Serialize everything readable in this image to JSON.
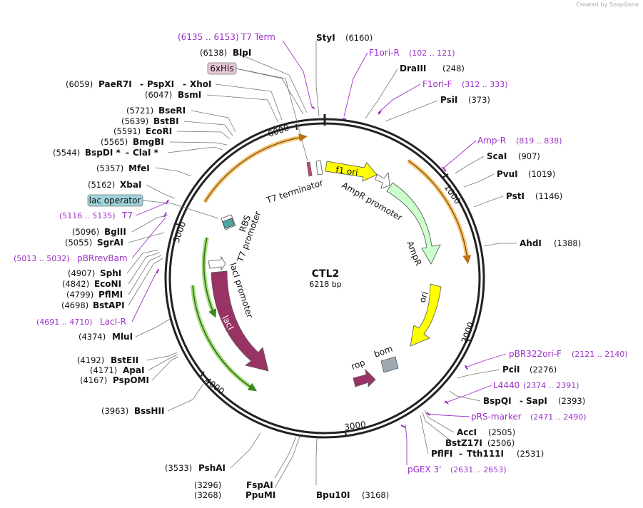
{
  "watermark": "Created by SnapGene",
  "plasmid": {
    "name": "CTL2",
    "length_label": "6218 bp",
    "length": 6218
  },
  "ticks": [
    "1000",
    "2000",
    "3000",
    "4000",
    "5000",
    "6000"
  ],
  "sites": [
    {
      "name": "StyI",
      "pos": "(6160)"
    },
    {
      "name": "DraIII",
      "pos": "(248)"
    },
    {
      "name": "PsiI",
      "pos": "(373)"
    },
    {
      "name": "ScaI",
      "pos": "(907)"
    },
    {
      "name": "PvuI",
      "pos": "(1019)"
    },
    {
      "name": "PstI",
      "pos": "(1146)"
    },
    {
      "name": "AhdI",
      "pos": "(1388)"
    },
    {
      "name": "PciI",
      "pos": "(2276)"
    },
    {
      "name": "BspQI",
      "name2": "SapI",
      "pos": "(2393)"
    },
    {
      "name": "AccI",
      "pos": "(2505)"
    },
    {
      "name": "BstZ17I",
      "pos": "(2506)"
    },
    {
      "name": "PflFI",
      "name2": "Tth111I",
      "pos": "(2531)"
    },
    {
      "name": "Bpu10I",
      "pos": "(3168)"
    },
    {
      "name": "PpuMI",
      "pos": "(3268)"
    },
    {
      "name": "FspAI",
      "pos": "(3296)"
    },
    {
      "name": "PshAI",
      "pos": "(3533)"
    },
    {
      "name": "BssHII",
      "pos": "(3963)"
    },
    {
      "name": "PspOMI",
      "pos": "(4167)"
    },
    {
      "name": "ApaI",
      "pos": "(4171)"
    },
    {
      "name": "BstEII",
      "pos": "(4192)"
    },
    {
      "name": "MluI",
      "pos": "(4374)"
    },
    {
      "name": "BstAPI",
      "pos": "(4698)"
    },
    {
      "name": "PflMI",
      "pos": "(4799)"
    },
    {
      "name": "EcoNI",
      "pos": "(4842)"
    },
    {
      "name": "SphI",
      "pos": "(4907)"
    },
    {
      "name": "SgrAI",
      "pos": "(5055)"
    },
    {
      "name": "BglII",
      "pos": "(5096)"
    },
    {
      "name": "XbaI",
      "pos": "(5162)"
    },
    {
      "name": "MfeI",
      "pos": "(5357)"
    },
    {
      "name": "BspDI *",
      "name2": "ClaI *",
      "pos": "(5544)"
    },
    {
      "name": "BmgBI",
      "pos": "(5565)"
    },
    {
      "name": "EcoRI",
      "pos": "(5591)"
    },
    {
      "name": "BstBI",
      "pos": "(5639)"
    },
    {
      "name": "BseRI",
      "pos": "(5721)"
    },
    {
      "name": "BsmI",
      "pos": "(6047)"
    },
    {
      "name": "PaeR7I",
      "name2": "PspXI",
      "name3": "XhoI",
      "pos": "(6059)"
    },
    {
      "name": "BlpI",
      "pos": "(6138)"
    }
  ],
  "primers": [
    {
      "name": "T7 Term",
      "range": "(6135 .. 6153)"
    },
    {
      "name": "F1ori-R",
      "range": "(102 .. 121)"
    },
    {
      "name": "F1ori-F",
      "range": "(312 .. 333)"
    },
    {
      "name": "Amp-R",
      "range": "(819 .. 838)"
    },
    {
      "name": "pBR322ori-F",
      "range": "(2121 .. 2140)"
    },
    {
      "name": "L4440",
      "range": "(2374 .. 2391)"
    },
    {
      "name": "pRS-marker",
      "range": "(2471 .. 2490)"
    },
    {
      "name": "pGEX 3'",
      "range": "(2631 .. 2653)"
    },
    {
      "name": "LacI-R",
      "range": "(4691 .. 4710)"
    },
    {
      "name": "pBRrevBam",
      "range": "(5013 .. 5032)"
    },
    {
      "name": "T7",
      "range": "(5116 .. 5135)"
    }
  ],
  "boxed_features": [
    {
      "name": "6xHis",
      "color": "#e8c8d8"
    },
    {
      "name": "lac operator",
      "color": "#9fd3db"
    }
  ],
  "features": [
    {
      "name": "f1 ori",
      "color": "#ffff00"
    },
    {
      "name": "AmpR promoter",
      "color": "#ffffff"
    },
    {
      "name": "AmpR",
      "color": "#ccffcc"
    },
    {
      "name": "ori",
      "color": "#ffff00"
    },
    {
      "name": "rop",
      "color": "#993366"
    },
    {
      "name": "bom",
      "color": "#a0a8b0"
    },
    {
      "name": "lacI",
      "color": "#993366"
    },
    {
      "name": "lacI promoter",
      "color": "#ffffff"
    },
    {
      "name": "T7 promoter",
      "color": "#ffffff"
    },
    {
      "name": "RBS",
      "color": "#6aa"
    },
    {
      "name": "T7 terminator",
      "color": "#ffffff"
    }
  ],
  "colors": {
    "primer": "#9b30c9",
    "orf_orange": "#f0a030",
    "orf_green": "#60b030"
  }
}
